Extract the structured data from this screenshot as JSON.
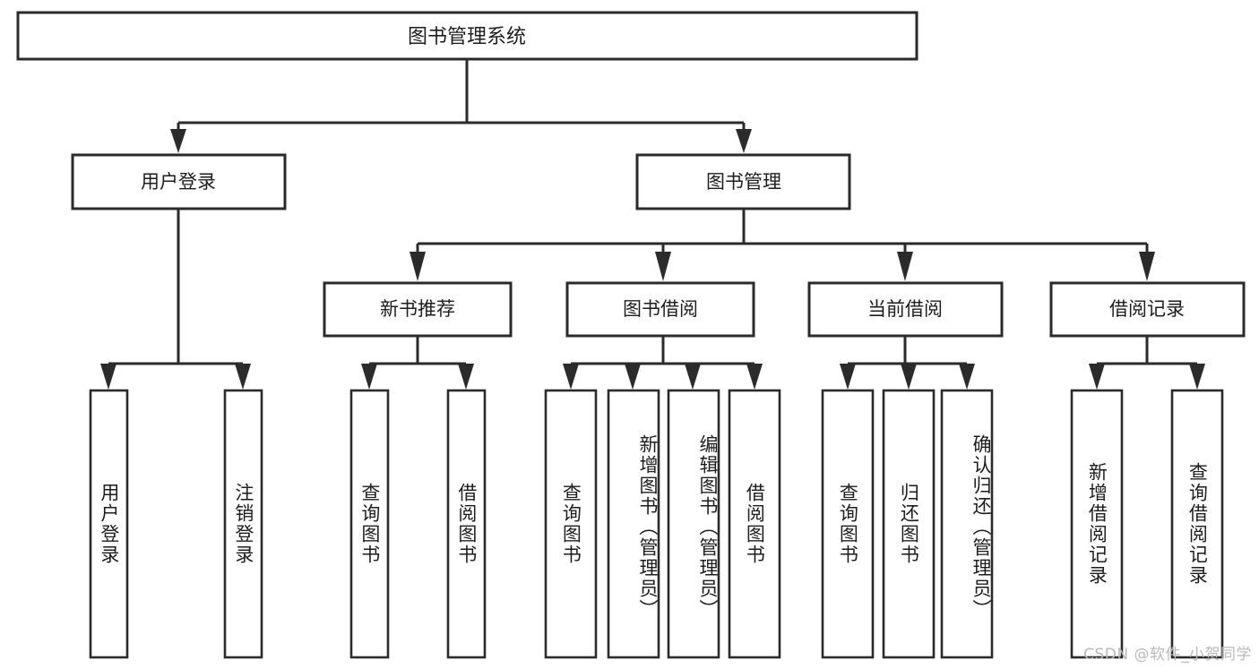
{
  "diagram": {
    "type": "tree",
    "title": "图书管理系统",
    "orientation": "top-down",
    "colors": {
      "stroke": "#2b2b2b",
      "fill": "#ffffff",
      "text": "#1d1d1d",
      "watermark": "#b9b9b9",
      "background": "#ffffff"
    },
    "root": {
      "label": "图书管理系统"
    },
    "level2": [
      {
        "label": "用户登录"
      },
      {
        "label": "图书管理"
      }
    ],
    "level3": [
      {
        "label": "新书推荐"
      },
      {
        "label": "图书借阅"
      },
      {
        "label": "当前借阅"
      },
      {
        "label": "借阅记录"
      }
    ],
    "leaves": {
      "user_login": [
        {
          "label": "用户登录"
        },
        {
          "label": "注销登录"
        }
      ],
      "new_book_recommend": [
        {
          "label": "查询图书"
        },
        {
          "label": "借阅图书"
        }
      ],
      "book_borrow": [
        {
          "label": "查询图书"
        },
        {
          "label": "新增图书（管理员）"
        },
        {
          "label": "编辑图书（管理员）"
        },
        {
          "label": "借阅图书"
        }
      ],
      "current_borrow": [
        {
          "label": "查询图书"
        },
        {
          "label": "归还图书"
        },
        {
          "label": "确认归还（管理员）"
        }
      ],
      "borrow_record": [
        {
          "label": "新增借阅记录"
        },
        {
          "label": "查询借阅记录"
        }
      ]
    },
    "watermark": "CSDN @软件_小贺同学"
  }
}
